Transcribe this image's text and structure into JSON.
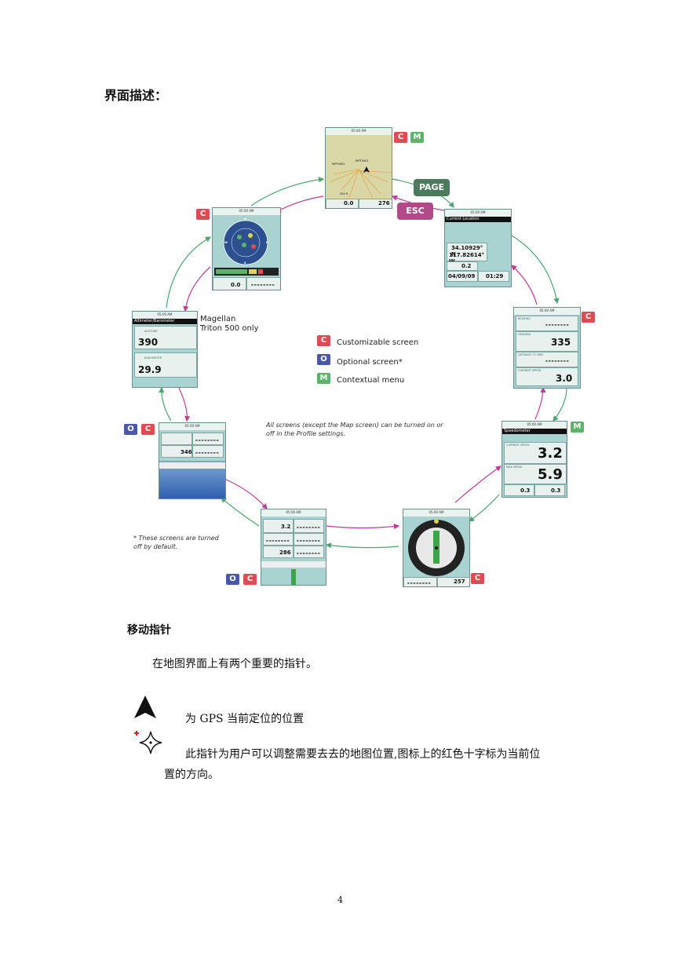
{
  "section_title": "界面描述：",
  "diagram": {
    "pill_page": "PAGE",
    "pill_esc": "ESC",
    "badge_c": "C",
    "badge_m": "M",
    "badge_o": "O",
    "legend": {
      "customizable": "Customizable screen",
      "optional": "Optional screen*",
      "contextual": "Contextual menu"
    },
    "magellan_note_line1": "Magellan",
    "magellan_note_line2": "Triton 500 only",
    "all_screens_note_line1": "All screens (except the Map screen) can be turned on or",
    "all_screens_note_line2": "off in the Profile settings.",
    "default_off_line1": "* These screens are turned",
    "default_off_line2": "off by default.",
    "screens": {
      "time": "05:00 AM",
      "map": {
        "waypoint1": "WPT0002",
        "waypoint2": "WPT0001",
        "scale": "300 ft",
        "speed": "0.0",
        "heading": "276"
      },
      "current_location": {
        "title": "Current Location",
        "lat": "34.10929° N",
        "lon": "117.82614° W",
        "val": "0.2",
        "date": "04/09/09",
        "time": "01:29"
      },
      "satellite": {
        "n": "N",
        "e": "E",
        "s": "S",
        "w": "W",
        "speed": "0.0",
        "dash": "--------"
      },
      "bearing": {
        "l1": "BEARING",
        "l2": "HEADING",
        "l3": "DISTANCE TO END",
        "l4": "CURRENT SPEED",
        "heading": "335",
        "speed": "3.0",
        "dash": "--------"
      },
      "altimeter": {
        "title": "Altimeter/Barometer",
        "l1": "ALTITUDE",
        "alt": "390",
        "l2": "BAROMETER",
        "baro": "29.9"
      },
      "speedometer": {
        "title": "Speedometer",
        "l1": "CURRENT SPEED",
        "cur": "3.2",
        "l2": "MAX SPEED",
        "max": "5.9",
        "a": "0.3",
        "b": "0.3"
      },
      "road1": {
        "heading": "346",
        "dash": "--------"
      },
      "road2": {
        "speed": "3.2",
        "heading": "286",
        "dash": "--------"
      },
      "compass": {
        "heading": "257",
        "dash": "--------"
      }
    }
  },
  "subtitle": "移动指针",
  "intro": "在地图界面上有两个重要的指针。",
  "pointer1_text": "为 GPS 当前定位的位置",
  "pointer2_text_line1": "此指针为用户可以调整需要去去的地图位置,图标上的红色十字标为当前位",
  "pointer2_text_line2": "置的方向。",
  "page_number": "4"
}
